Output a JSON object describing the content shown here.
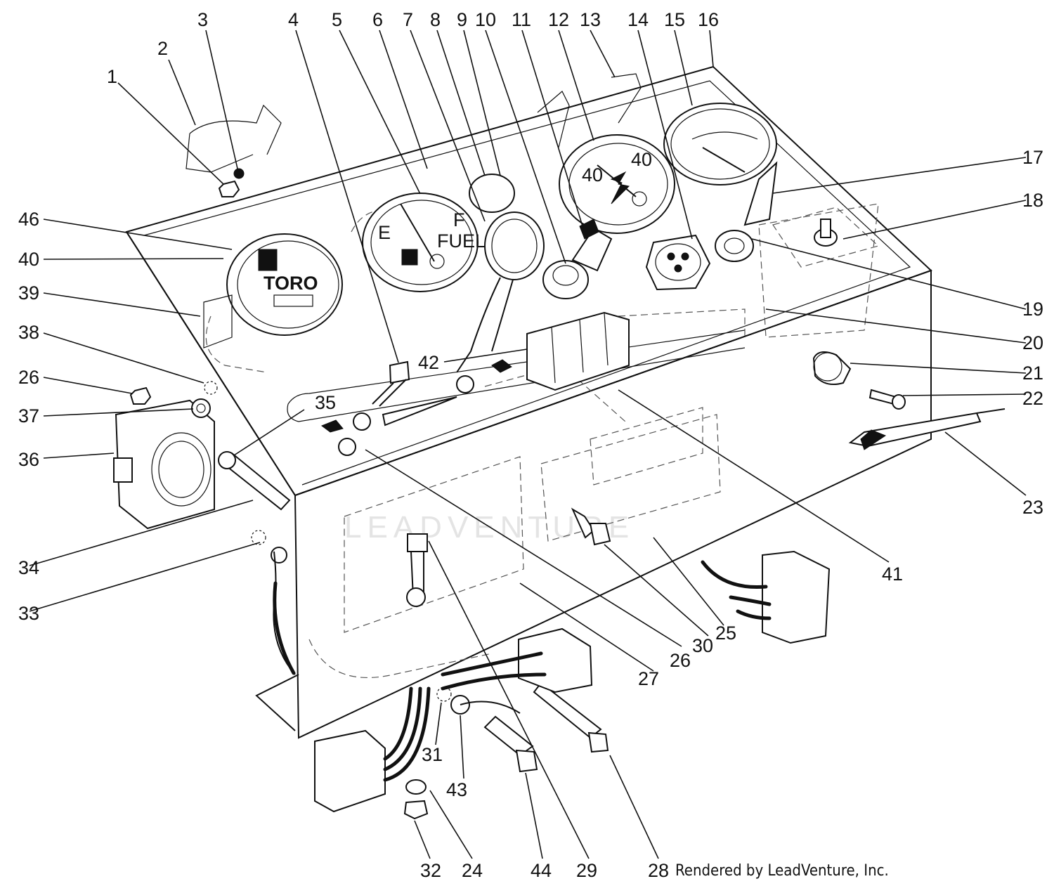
{
  "diagram": {
    "credit": "Rendered by LeadVenture, Inc.",
    "watermark": "LEADVENTURE",
    "callouts": [
      {
        "id": "c1",
        "label": "1"
      },
      {
        "id": "c2",
        "label": "2"
      },
      {
        "id": "c3",
        "label": "3"
      },
      {
        "id": "c4",
        "label": "4"
      },
      {
        "id": "c5",
        "label": "5"
      },
      {
        "id": "c6",
        "label": "6"
      },
      {
        "id": "c7",
        "label": "7"
      },
      {
        "id": "c8",
        "label": "8"
      },
      {
        "id": "c9",
        "label": "9"
      },
      {
        "id": "c10",
        "label": "10"
      },
      {
        "id": "c11",
        "label": "11"
      },
      {
        "id": "c12",
        "label": "12"
      },
      {
        "id": "c13",
        "label": "13"
      },
      {
        "id": "c14",
        "label": "14"
      },
      {
        "id": "c15",
        "label": "15"
      },
      {
        "id": "c16",
        "label": "16"
      },
      {
        "id": "c17",
        "label": "17"
      },
      {
        "id": "c18",
        "label": "18"
      },
      {
        "id": "c19",
        "label": "19"
      },
      {
        "id": "c20",
        "label": "20"
      },
      {
        "id": "c21",
        "label": "21"
      },
      {
        "id": "c22",
        "label": "22"
      },
      {
        "id": "c23",
        "label": "23"
      },
      {
        "id": "c24",
        "label": "24"
      },
      {
        "id": "c25",
        "label": "25"
      },
      {
        "id": "c26a",
        "label": "26"
      },
      {
        "id": "c26b",
        "label": "26"
      },
      {
        "id": "c27",
        "label": "27"
      },
      {
        "id": "c28",
        "label": "28"
      },
      {
        "id": "c29",
        "label": "29"
      },
      {
        "id": "c30",
        "label": "30"
      },
      {
        "id": "c31",
        "label": "31"
      },
      {
        "id": "c32",
        "label": "32"
      },
      {
        "id": "c33",
        "label": "33"
      },
      {
        "id": "c34",
        "label": "34"
      },
      {
        "id": "c35",
        "label": "35"
      },
      {
        "id": "c36",
        "label": "36"
      },
      {
        "id": "c37",
        "label": "37"
      },
      {
        "id": "c38",
        "label": "38"
      },
      {
        "id": "c39",
        "label": "39"
      },
      {
        "id": "c40",
        "label": "40"
      },
      {
        "id": "c41",
        "label": "41"
      },
      {
        "id": "c42",
        "label": "42"
      },
      {
        "id": "c43",
        "label": "43"
      },
      {
        "id": "c44",
        "label": "44"
      },
      {
        "id": "c46",
        "label": "46"
      }
    ],
    "gauges": {
      "hour_meter_brand": "TORO",
      "fuel_label": "FUEL",
      "fuel_empty": "E",
      "fuel_full": "F",
      "ammeter_left": "40",
      "ammeter_right": "40"
    }
  }
}
